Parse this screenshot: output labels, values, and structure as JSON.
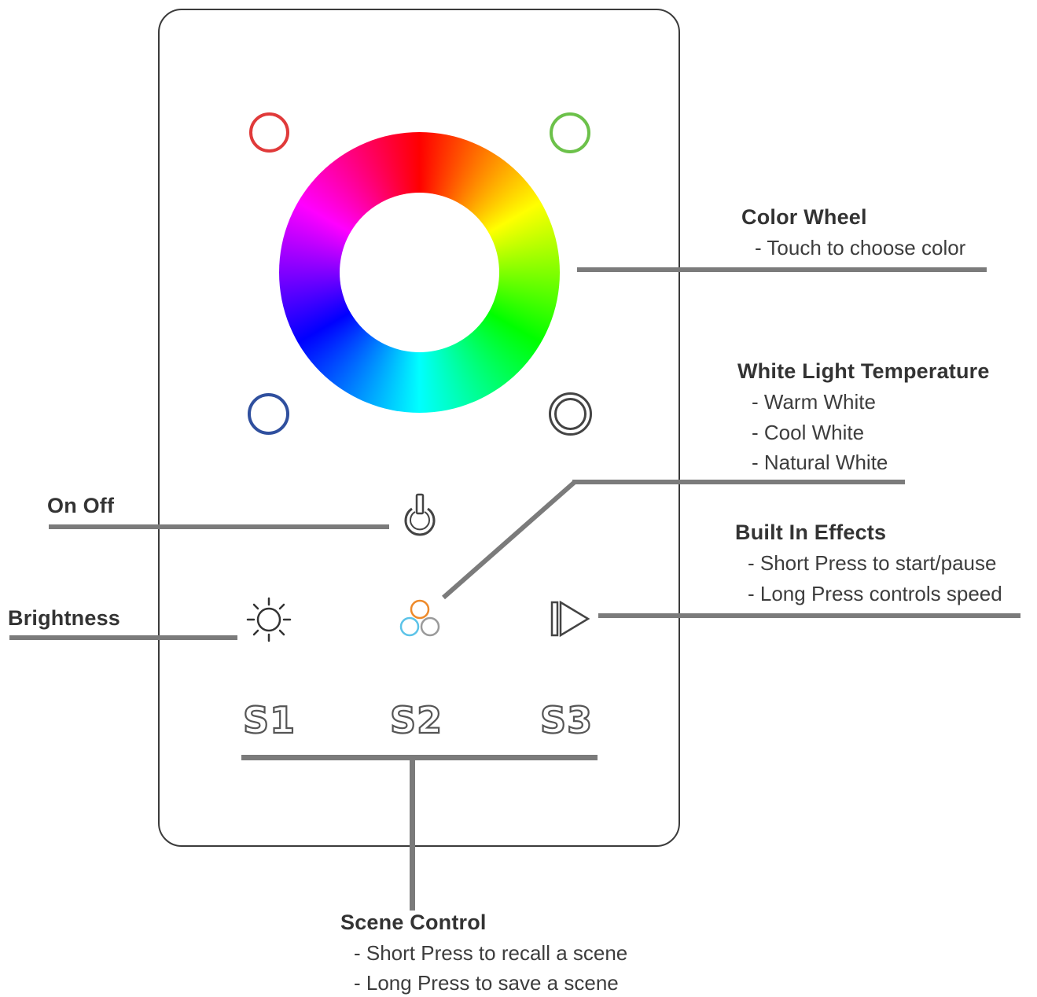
{
  "annotations": {
    "color_wheel": {
      "title": "Color Wheel",
      "items": [
        "- Touch to choose color"
      ]
    },
    "white_light": {
      "title": "White Light Temperature",
      "items": [
        "- Warm White",
        "- Cool White",
        "- Natural White"
      ]
    },
    "on_off": {
      "title": "On Off"
    },
    "built_in_effects": {
      "title": "Built In Effects",
      "items": [
        "- Short Press to start/pause",
        "- Long Press controls speed"
      ]
    },
    "brightness": {
      "title": "Brightness"
    },
    "scene_control": {
      "title": "Scene Control",
      "items": [
        "- Short Press to recall a scene",
        "- Long Press to save a scene"
      ]
    }
  },
  "scene_buttons": [
    "S1",
    "S2",
    "S3"
  ],
  "colors": {
    "red_button": "#e03a3a",
    "green_button": "#6cc14a",
    "blue_button": "#2f4f9e",
    "white_button": "#444444",
    "leader_line": "#7b7b7b",
    "panel_border": "#3b3b3b",
    "white_light_icon": [
      "#ee8a2a",
      "#5cc3e8",
      "#9a9a9a"
    ]
  },
  "icons": {
    "power": "power-icon",
    "brightness": "sun-icon",
    "white_light": "three-circles-icon",
    "effects": "play-effects-icon"
  }
}
